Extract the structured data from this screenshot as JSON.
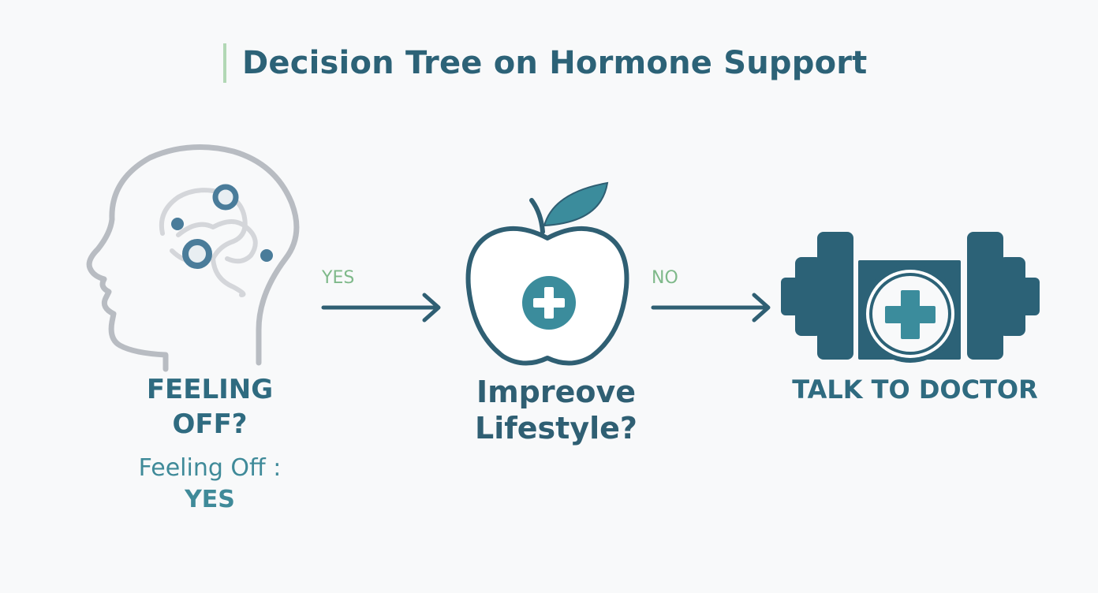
{
  "title": "Decision Tree on Hormone Support",
  "colors": {
    "primary": "#2c6277",
    "teal": "#3b8c9c",
    "accent_green": "#b2d8b5",
    "edge_label": "#7fb98a",
    "outline_gray": "#b8bcc2",
    "background": "#f8f9fa"
  },
  "nodes": [
    {
      "icon": "head-brain-icon",
      "title_line1": "FEELING",
      "title_line2": "OFF?",
      "sub_line1": "Feeling Off :",
      "sub_line2": "YES"
    },
    {
      "icon": "apple-plus-icon",
      "title_line1": "Impreove",
      "title_line2": "Lifestyle?"
    },
    {
      "icon": "dumbbell-medical-icon",
      "title_line1": "TALK TO DOCTOR"
    }
  ],
  "edges": [
    {
      "label": "YES"
    },
    {
      "label": "NO"
    }
  ]
}
